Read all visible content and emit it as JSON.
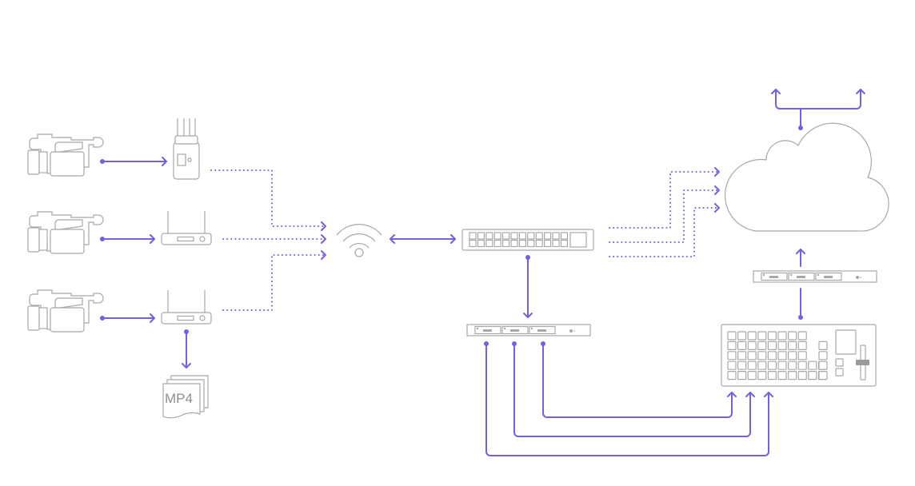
{
  "diagram": {
    "type": "live-production-workflow",
    "colors": {
      "connection": "#7460e0",
      "device_outline": "#a8a8a8",
      "background": "#ffffff"
    },
    "nodes": [
      {
        "id": "camera-1",
        "kind": "video-camera-icon"
      },
      {
        "id": "camera-2",
        "kind": "video-camera-icon"
      },
      {
        "id": "camera-3",
        "kind": "video-camera-icon"
      },
      {
        "id": "wireless-transmitter",
        "kind": "transmitter-icon"
      },
      {
        "id": "wireless-router-1",
        "kind": "router-icon"
      },
      {
        "id": "wireless-router-2",
        "kind": "router-icon"
      },
      {
        "id": "recording",
        "kind": "file-stack-icon",
        "label": "MP4"
      },
      {
        "id": "wifi",
        "kind": "wifi-icon"
      },
      {
        "id": "network-switch",
        "kind": "network-switch-icon"
      },
      {
        "id": "decoder",
        "kind": "rack-unit-icon"
      },
      {
        "id": "encoder",
        "kind": "rack-unit-icon"
      },
      {
        "id": "production-switcher",
        "kind": "switcher-panel-icon"
      },
      {
        "id": "cloud",
        "kind": "cloud-icon"
      }
    ],
    "edges": [
      {
        "from": "camera-1",
        "to": "wireless-transmitter",
        "style": "solid"
      },
      {
        "from": "camera-2",
        "to": "wireless-router-1",
        "style": "solid"
      },
      {
        "from": "camera-3",
        "to": "wireless-router-2",
        "style": "solid"
      },
      {
        "from": "wireless-router-2",
        "to": "recording",
        "style": "solid"
      },
      {
        "from": "wireless-transmitter",
        "to": "wifi",
        "style": "dotted"
      },
      {
        "from": "wireless-router-1",
        "to": "wifi",
        "style": "dotted"
      },
      {
        "from": "wireless-router-2",
        "to": "wifi",
        "style": "dotted"
      },
      {
        "from": "wifi",
        "to": "network-switch",
        "style": "solid",
        "bidirectional": true
      },
      {
        "from": "network-switch",
        "to": "cloud",
        "style": "dotted",
        "count": 3
      },
      {
        "from": "network-switch",
        "to": "decoder",
        "style": "solid"
      },
      {
        "from": "decoder",
        "to": "production-switcher",
        "style": "solid",
        "count": 3
      },
      {
        "from": "production-switcher",
        "to": "encoder",
        "style": "solid"
      },
      {
        "from": "encoder",
        "to": "cloud",
        "style": "solid"
      },
      {
        "from": "cloud",
        "to": "output",
        "style": "solid",
        "count": 2
      }
    ]
  }
}
